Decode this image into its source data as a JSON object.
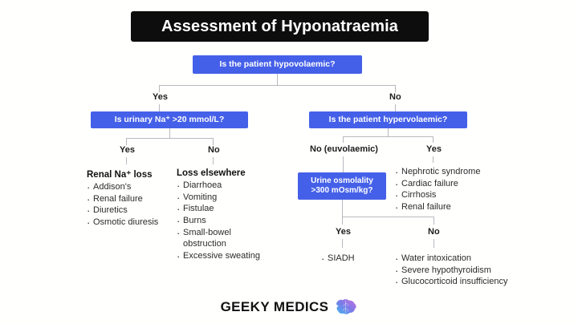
{
  "title": "Assessment of Hyponatraemia",
  "colors": {
    "decision_box": "#4560e8",
    "banner": "#0d0d0d",
    "connector": "#b7b9bd",
    "text": "#2b2b2b",
    "background": "#ffffff"
  },
  "root": {
    "question": "Is the patient hypovolaemic?",
    "yes_label": "Yes",
    "no_label": "No"
  },
  "hypovolaemic_branch": {
    "question": "Is urinary Na⁺ >20 mmol/L?",
    "yes_label": "Yes",
    "no_label": "No",
    "yes_outcome": {
      "heading": "Renal Na⁺ loss",
      "items": [
        "Addison's",
        "Renal failure",
        "Diuretics",
        "Osmotic diuresis"
      ]
    },
    "no_outcome": {
      "heading": "Loss elsewhere",
      "items": [
        "Diarrhoea",
        "Vomiting",
        "Fistulae",
        "Burns",
        "Small-bowel",
        "obstruction",
        "Excessive sweating"
      ]
    }
  },
  "not_hypovolaemic_branch": {
    "question": "Is the patient hypervolaemic?",
    "no_label": "No (euvolaemic)",
    "yes_label": "Yes",
    "yes_outcome": {
      "items": [
        "Nephrotic syndrome",
        "Cardiac failure",
        "Cirrhosis",
        "Renal failure"
      ]
    },
    "euvolaemic": {
      "question_line1": "Urine osmolality",
      "question_line2": ">300 mOsm/kg?",
      "yes_label": "Yes",
      "no_label": "No",
      "yes_outcome": {
        "items": [
          "SIADH"
        ]
      },
      "no_outcome": {
        "items": [
          "Water intoxication",
          "Severe hypothyroidism",
          "Glucocorticoid insufficiency"
        ]
      }
    }
  },
  "footer": {
    "brand": "GEEKY MEDICS",
    "icon": "brain-icon"
  }
}
